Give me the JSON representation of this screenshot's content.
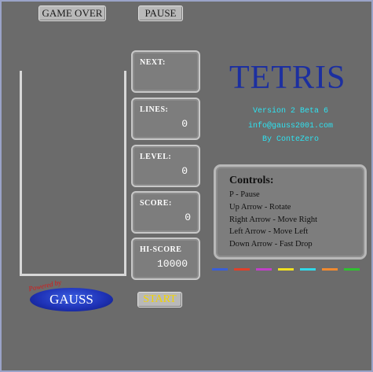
{
  "toolbar": {
    "game_over_label": "GAME OVER",
    "pause_label": "PAUSE"
  },
  "stats": {
    "next_label": "NEXT:",
    "lines_label": "LINES:",
    "lines_value": "0",
    "level_label": "LEVEL:",
    "level_value": "0",
    "score_label": "SCORE:",
    "score_value": "0",
    "hiscore_label": "HI-SCORE",
    "hiscore_value": "10000"
  },
  "branding": {
    "title": "TETRIS",
    "version": "Version 2 Beta 6",
    "email": "info@gauss2001.com",
    "author": "By ConteZero",
    "logo_text": "GAUSS",
    "logo_tagline": "Powered by"
  },
  "controls": {
    "title": "Controls:",
    "items": [
      "P - Pause",
      "Up Arrow - Rotate",
      "Right Arrow - Move Right",
      "Left Arrow - Move Left",
      "Down Arrow - Fast Drop"
    ]
  },
  "start_label": "START",
  "piece_colors": [
    "#3a5fd6",
    "#e0402a",
    "#c040c8",
    "#f0e020",
    "#30d8e8",
    "#f08a30",
    "#30c030"
  ]
}
